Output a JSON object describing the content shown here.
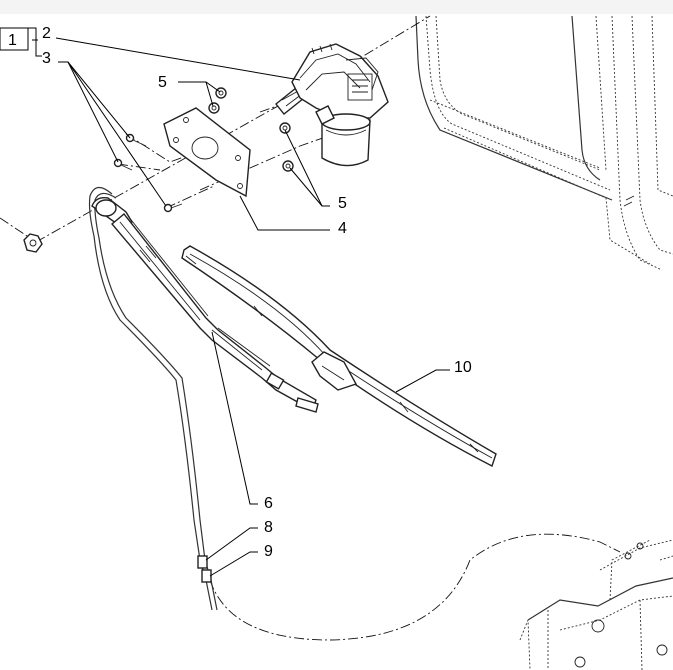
{
  "callouts": {
    "c1": "1",
    "c2": "2",
    "c3": "3",
    "c4": "4",
    "c5a": "5",
    "c5b": "5",
    "c6": "6",
    "c8": "8",
    "c9": "9",
    "c10": "10"
  }
}
